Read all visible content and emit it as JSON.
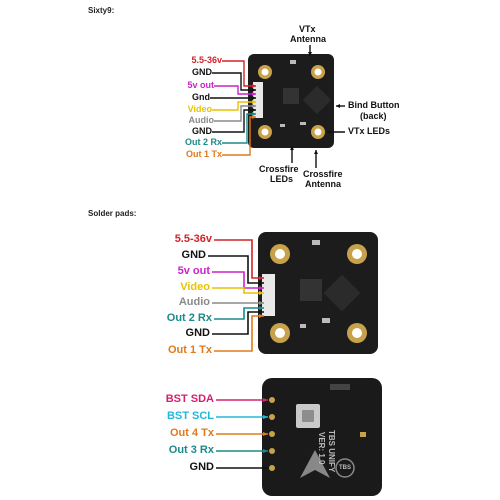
{
  "sections": {
    "sixty9": "Sixty9:",
    "solder_pads": "Solder pads:"
  },
  "colors": {
    "red": "#d2232a",
    "black": "#111111",
    "magenta": "#cc22cc",
    "yellow": "#e8c200",
    "gray": "#8a8a8a",
    "teal": "#1b8a8a",
    "orange": "#e07a1a",
    "pink": "#d6206f",
    "cyan": "#22b8d8"
  },
  "top_labels": {
    "v_in": "5.5-36v",
    "gnd1": "GND",
    "v5_out": "5v out",
    "gnd2": "Gnd",
    "video": "Video",
    "audio": "Audio",
    "gnd3": "GND",
    "out2rx": "Out 2 Rx",
    "out1tx": "Out 1 Tx",
    "vtx_antenna_1": "VTx",
    "vtx_antenna_2": "Antenna",
    "bind_button_1": "Bind Button",
    "bind_button_2": "(back)",
    "vtx_leds": "VTx LEDs",
    "crossfire_leds_1": "Crossfire",
    "crossfire_leds_2": "LEDs",
    "crossfire_antenna_1": "Crossfire",
    "crossfire_antenna_2": "Antenna"
  },
  "mid_labels": {
    "v_in": "5.5-36v",
    "gnd1": "GND",
    "v5_out": "5v out",
    "video": "Video",
    "audio": "Audio",
    "out2rx": "Out 2 Rx",
    "gnd2": "GND",
    "out1tx": "Out 1 Tx"
  },
  "bottom_labels": {
    "bst_sda": "BST SDA",
    "bst_scl": "BST SCL",
    "out4tx": "Out 4 Tx",
    "out3rx": "Out 3 Rx",
    "gnd": "GND"
  },
  "board_back": {
    "silk_1": "TBS UNIFY",
    "silk_2": "VER: 1.0",
    "logo": "TBS"
  }
}
